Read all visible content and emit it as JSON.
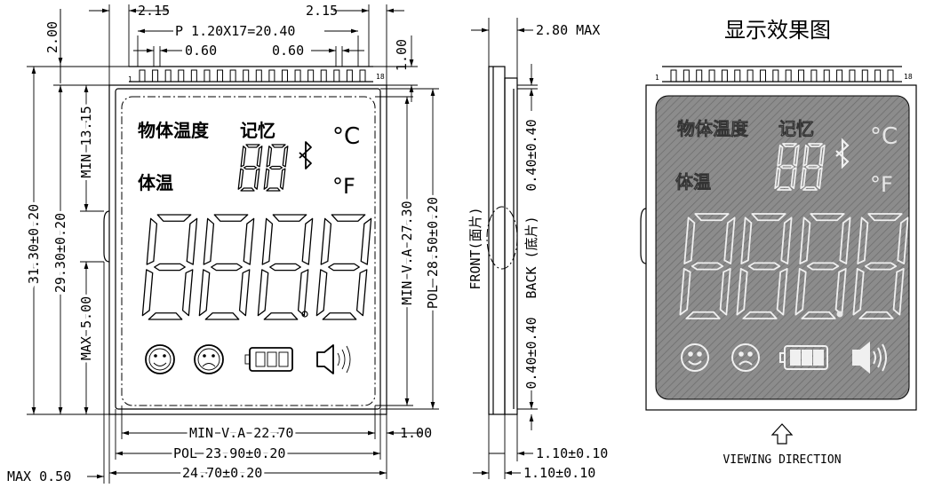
{
  "title": "显示效果图",
  "viewing_direction": "VIEWING DIRECTION",
  "side_labels": {
    "front": "FRONT(面片)",
    "back": "BACK (底片)"
  },
  "pins": {
    "first": "1",
    "last": "18"
  },
  "display": {
    "line1_cn": "物体温度",
    "memory_cn": "记忆",
    "line2_cn": "体温",
    "celsius": "°C",
    "fahrenheit": "°F"
  },
  "dimensions": {
    "top_2_00": "2.00",
    "left_2_15": "2.15",
    "right_2_15": "2.15",
    "pitch": "P  1.20X17=20.40",
    "pin_w_left": "0.60",
    "pin_w_right": "0.60",
    "right_1_00": "1.00",
    "min_13_15": "MIN  13.15",
    "outer_31_30": "31.30±0.20",
    "inner_29_30": "29.30±0.20",
    "max_5_00": "MAX  5.00",
    "min_va_27_30": "MIN  V.A  27.30",
    "pol_28_50": "POL  28.50±0.20",
    "min_va_22_70": "MIN  V.A  22.70",
    "bottom_1_00": "1.00",
    "pol_23_90": "POL  23.90±0.20",
    "width_24_70": "24.70±0.20",
    "max_0_50": "MAX  0.50",
    "max_2_80": "2.80  MAX",
    "side_top_040": "0.40±0.40",
    "side_bot_040": "0.40±0.40",
    "side_110_a": "1.10±0.10",
    "side_110_b": "1.10±0.10"
  },
  "colors": {
    "ink": "#000000",
    "preview_fill": "#8c8c8c",
    "preview_hatch": "#6a6a6a"
  }
}
